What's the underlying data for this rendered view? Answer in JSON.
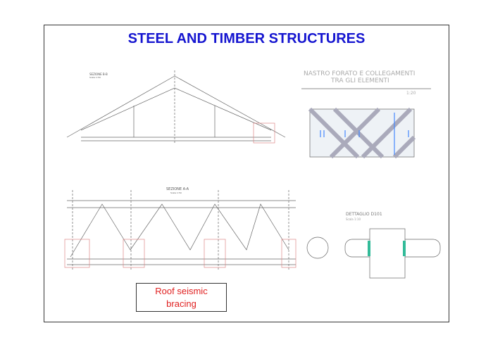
{
  "title": "STEEL AND TIMBER STRUCTURES",
  "drawings": {
    "section_bb": {
      "title": "SEZIONE B-B",
      "scale": "Scala 1:50"
    },
    "section_aa": {
      "title": "SEZIONE A-A",
      "scale": "Scala 1:50"
    },
    "bracing_plan": {
      "title_line1": "NASTRO FORATO E COLLEGAMENTI",
      "title_line2": "TRA GLI ELEMENTI",
      "scale": "1:20"
    },
    "detail": {
      "title": "DETTAGLIO D101",
      "scale": "Scala 1:10"
    }
  },
  "caption": {
    "line1": "Roof seismic",
    "line2": "bracing"
  }
}
